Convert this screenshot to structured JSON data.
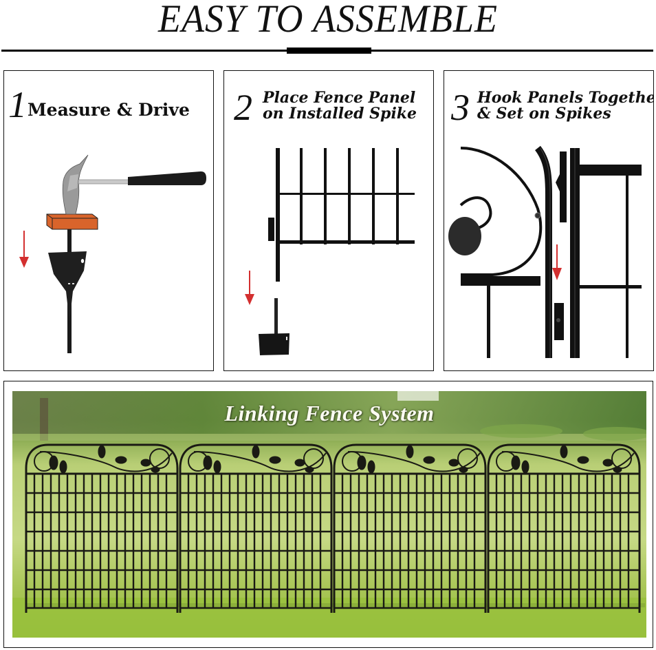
{
  "header": {
    "title": "EASY TO ASSEMBLE"
  },
  "steps": [
    {
      "number": "1",
      "lines": [
        "Measure & Drive"
      ],
      "illustration": "hammer-driving-spike-icon",
      "arrow_color": "#d32f2f"
    },
    {
      "number": "2",
      "lines": [
        "Place Fence Panel",
        "on Installed Spike"
      ],
      "illustration": "fence-panel-on-spike-icon",
      "arrow_color": "#d32f2f"
    },
    {
      "number": "3",
      "lines": [
        "Hook Panels Together",
        "& Set on Spikes"
      ],
      "illustration": "panel-hook-closeup-icon",
      "arrow_color": "#d32f2f"
    }
  ],
  "showcase": {
    "caption": "Linking Fence System",
    "panel_count": 4,
    "fence_color": "#1a1a14",
    "grass_color": "#9cc43c",
    "background_color": "#c9d98a"
  },
  "colors": {
    "text": "#111111",
    "border": "#111111",
    "brick": "#d9642b",
    "arrow": "#d32f2f"
  }
}
